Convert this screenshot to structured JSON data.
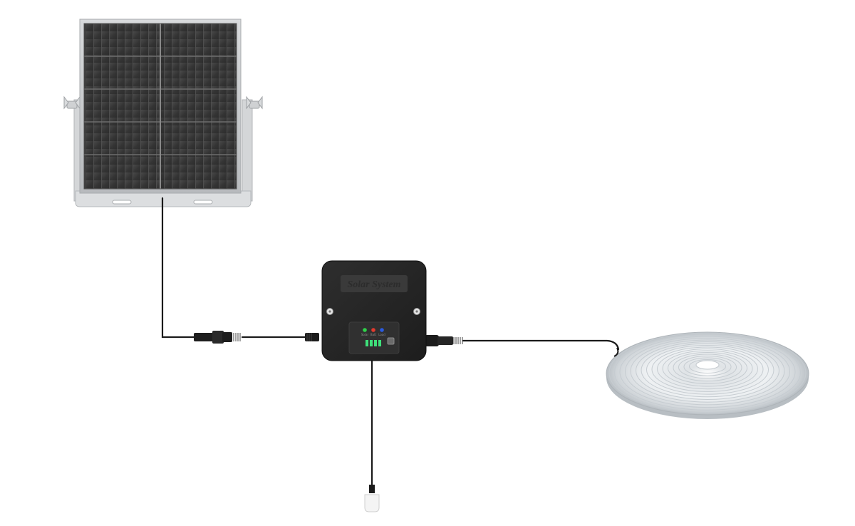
{
  "controller": {
    "label": "Solar System",
    "indicators": [
      {
        "label": "Solar",
        "color": "#2fd24a"
      },
      {
        "label": "Batt",
        "color": "#e23a2e"
      },
      {
        "label": "Load",
        "color": "#2a5be0"
      }
    ],
    "battery_level_bars": 4,
    "battery_bar_color": "#3ee07a"
  },
  "colors": {
    "panel_cell": "#3a3a3a",
    "panel_frame": "#c9cbcd",
    "controller_body": "#262626",
    "cable": "#1a1a1a",
    "strip_light": "#e8ecef"
  }
}
